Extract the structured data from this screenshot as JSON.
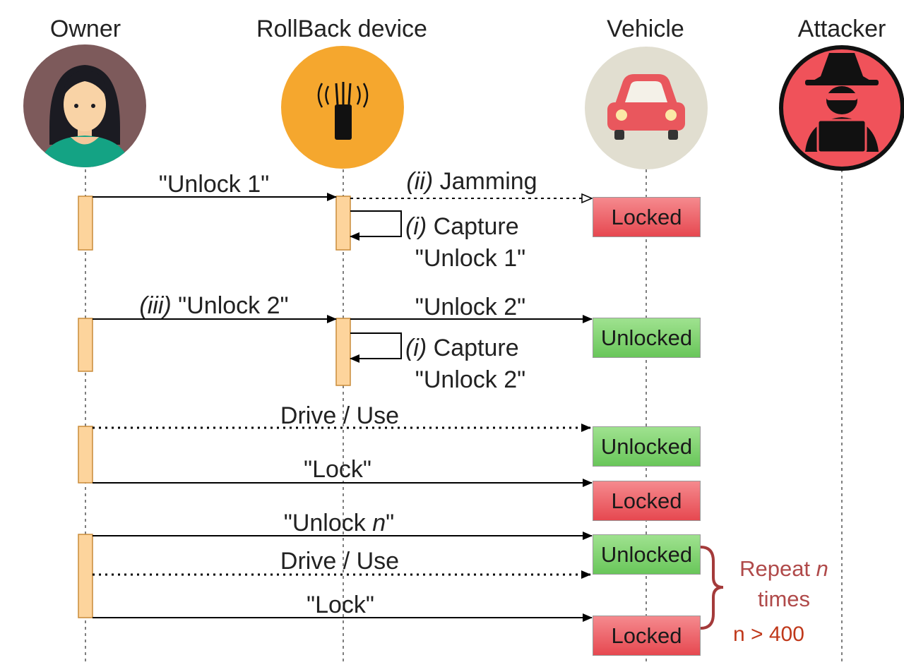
{
  "actors": {
    "owner": "Owner",
    "device": "RollBack device",
    "vehicle": "Vehicle",
    "attacker": "Attacker"
  },
  "messages": {
    "unlock1": "\"Unlock 1\"",
    "jamming_num": "(ii)",
    "jamming": "Jamming",
    "capture_num": "(i)",
    "capture": "Capture",
    "capture1_line2": "\"Unlock 1\"",
    "unlock2_num": "(iii)",
    "unlock2": "\"Unlock 2\"",
    "unlock2_forward": "\"Unlock 2\"",
    "capture2_line2": "\"Unlock 2\"",
    "drive_use": "Drive / Use",
    "lock": "\"Lock\"",
    "unlock_n_pre": "\"Unlock ",
    "unlock_n_var": "n",
    "unlock_n_post": "\"",
    "drive_use_2": "Drive / Use",
    "lock_2": "\"Lock\""
  },
  "states": {
    "s1": "Locked",
    "s2": "Unlocked",
    "s3": "Unlocked",
    "s4": "Locked",
    "s5": "Unlocked",
    "s6": "Locked"
  },
  "repeat": {
    "pre": "Repeat ",
    "var": "n",
    "post": "times",
    "condition": "n > 400"
  },
  "colors": {
    "owner_bg": "#7d5a5b",
    "device_bg": "#f5a72e",
    "vehicle_bg": "#e1ded0",
    "attacker_bg": "#f0525a",
    "activation": "#fdd49c",
    "locked": "#e64850",
    "unlocked": "#69c65a",
    "repeat_text": "#b04a4a",
    "condition_text": "#c0391b"
  },
  "icons": [
    "owner-icon",
    "antenna-icon",
    "car-icon",
    "hacker-icon"
  ]
}
